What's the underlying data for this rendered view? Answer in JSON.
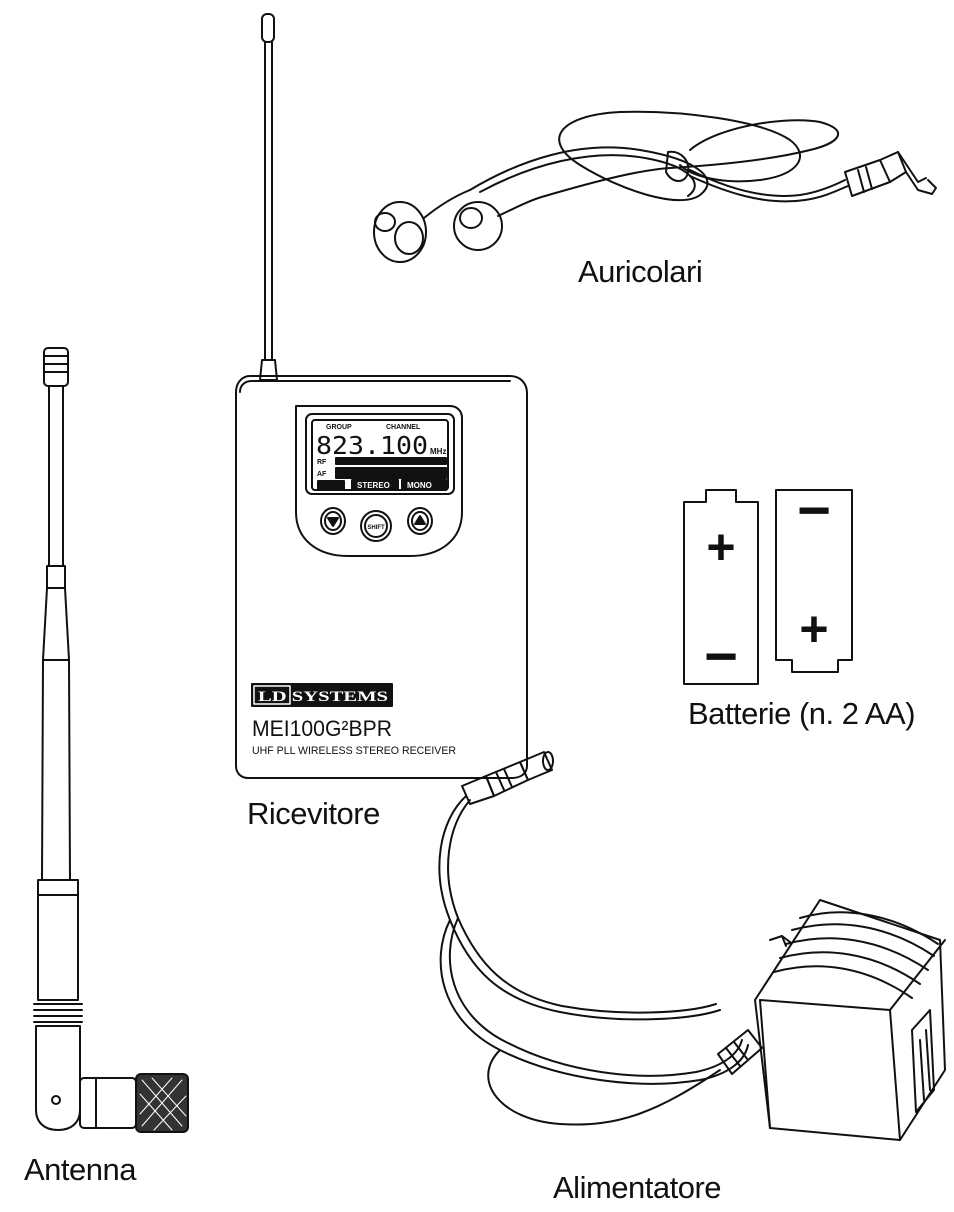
{
  "labels": {
    "earphones": "Auricolari",
    "batteries": "Batterie (n. 2 AA)",
    "receiver": "Ricevitore",
    "antenna": "Antenna",
    "power_supply": "Alimentatore"
  },
  "receiver": {
    "lcd_group": "GROUP",
    "lcd_channel": "CHANNEL",
    "lcd_frequency": "823.100",
    "lcd_unit": "MHz",
    "lcd_rf": "RF",
    "lcd_af": "AF",
    "lcd_stereo": "STEREO",
    "lcd_mono": "MONO",
    "shift_label": "SHIFT",
    "brand": "LD SYSTEMS",
    "model": "MEI100G²BPR",
    "description": "UHF PLL WIRELESS STEREO RECEIVER"
  },
  "batteries": {
    "left_top": "+",
    "left_bottom": "−",
    "right_top": "−",
    "right_bottom": "+"
  }
}
